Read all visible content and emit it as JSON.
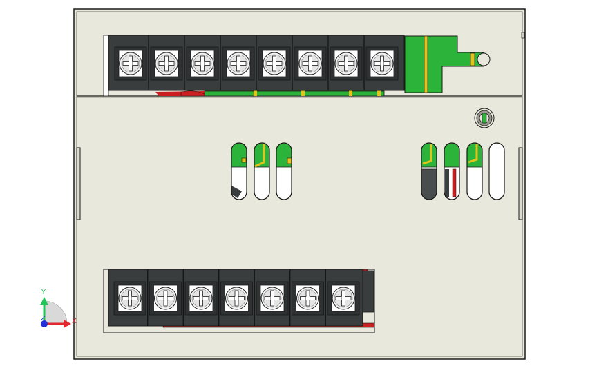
{
  "view": {
    "background": "#ffffff",
    "housing_color": "#e9e8dc",
    "outline_color": "#1a1a1a",
    "pcb_color": "#2bb33a",
    "trace_yellow": "#e3c21a",
    "trace_red": "#cc1f1f",
    "terminal_color": "#3a3d3d",
    "screw_color": "#f2f2f2"
  },
  "top_terminal_block": {
    "terminal_count": 8,
    "icon": "screw-terminal-icon"
  },
  "bottom_terminal_block": {
    "terminal_count": 7,
    "icon": "screw-terminal-icon"
  },
  "left_vent_slots": {
    "count": 3
  },
  "right_vent_slots": {
    "count": 4
  },
  "indicator": {
    "icon": "led-indicator-icon"
  },
  "triad": {
    "icon": "coordinate-triad-icon",
    "x_label": "X",
    "y_label": "Y",
    "z_label": "Z",
    "x_color": "#e0282e",
    "y_color": "#22c35a",
    "z_color": "#2030d8"
  }
}
